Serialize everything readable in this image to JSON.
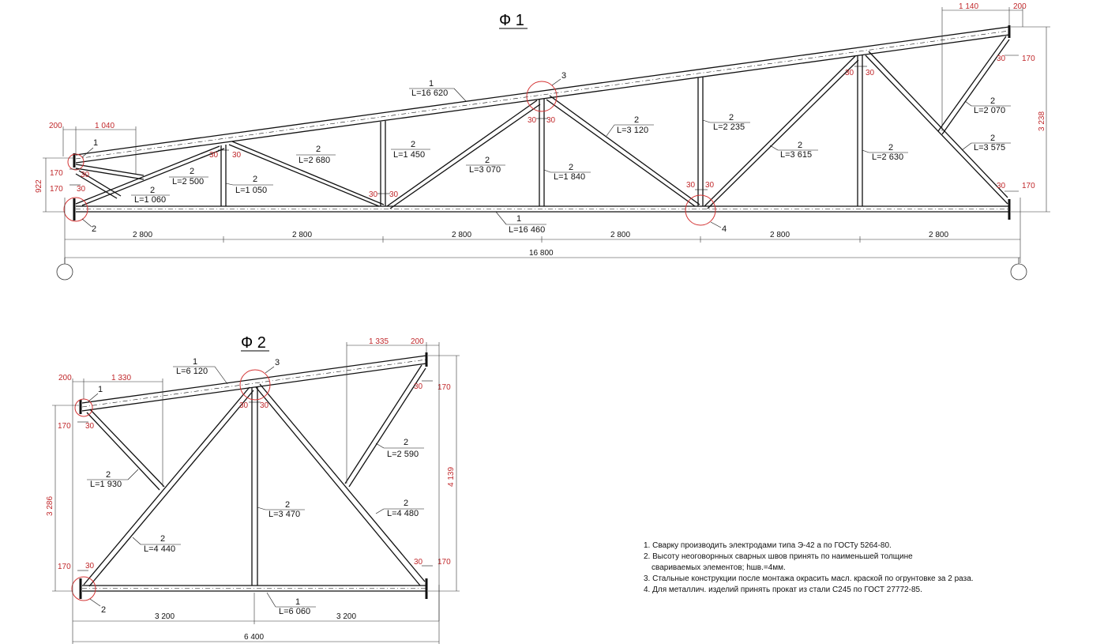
{
  "truss1": {
    "title": "Ф 1",
    "top_chord": {
      "num": "1",
      "len": "L=16 620"
    },
    "bottom_chord": {
      "num": "1",
      "len": "L=16 460"
    },
    "members": [
      {
        "num": "2",
        "len": "L=1 060"
      },
      {
        "num": "2",
        "len": "L=2 500"
      },
      {
        "num": "2",
        "len": "L=1 050"
      },
      {
        "num": "2",
        "len": "L=2 680"
      },
      {
        "num": "2",
        "len": "L=1 450"
      },
      {
        "num": "2",
        "len": "L=3 070"
      },
      {
        "num": "2",
        "len": "L=1 840"
      },
      {
        "num": "2",
        "len": "L=3 120"
      },
      {
        "num": "2",
        "len": "L=2 235"
      },
      {
        "num": "2",
        "len": "L=3 615"
      },
      {
        "num": "2",
        "len": "L=2 630"
      },
      {
        "num": "2",
        "len": "L=3 575"
      },
      {
        "num": "2",
        "len": "L=2 070"
      }
    ],
    "nodes": [
      "1",
      "2",
      "3",
      "4"
    ],
    "dims": {
      "spans": [
        "2 800",
        "2 800",
        "2 800",
        "2 800",
        "2 800",
        "2 800"
      ],
      "total": "16 800",
      "left_height": "922",
      "right_height": "3 238",
      "top_right_a": "1 140",
      "top_right_b": "200",
      "top_left_a": "200",
      "top_left_b": "1 040",
      "offset_170": "170",
      "offset_30": "30"
    }
  },
  "truss2": {
    "title": "Ф 2",
    "top_chord": {
      "num": "1",
      "len": "L=6 120"
    },
    "bottom_chord": {
      "num": "1",
      "len": "L=6 060"
    },
    "members": [
      {
        "num": "2",
        "len": "L=1 930"
      },
      {
        "num": "2",
        "len": "L=4 440"
      },
      {
        "num": "2",
        "len": "L=3 470"
      },
      {
        "num": "2",
        "len": "L=2 590"
      },
      {
        "num": "2",
        "len": "L=4 480"
      }
    ],
    "nodes": [
      "1",
      "2",
      "3"
    ],
    "dims": {
      "spans": [
        "3 200",
        "3 200"
      ],
      "total": "6 400",
      "left_height": "3 286",
      "right_height": "4 139",
      "top_right_a": "1 335",
      "top_right_b": "200",
      "top_left_a": "200",
      "top_left_b": "1 330",
      "offset_170": "170",
      "offset_30": "30"
    }
  },
  "notes": [
    "1. Сварку производить электродами типа Э-42 а по ГОСТу 5264-80.",
    "2. Высоту неоговорнных сварных швов принять по наименьшей толщине",
    "свариваемых элементов; hшв.=4мм.",
    "3. Стальные конструкции после монтажа окрасить масл. краской по огрунтовке за 2 раза.",
    "4. Для металлич. изделий принять прокат из стали С245 по ГОСТ 27772-85."
  ]
}
